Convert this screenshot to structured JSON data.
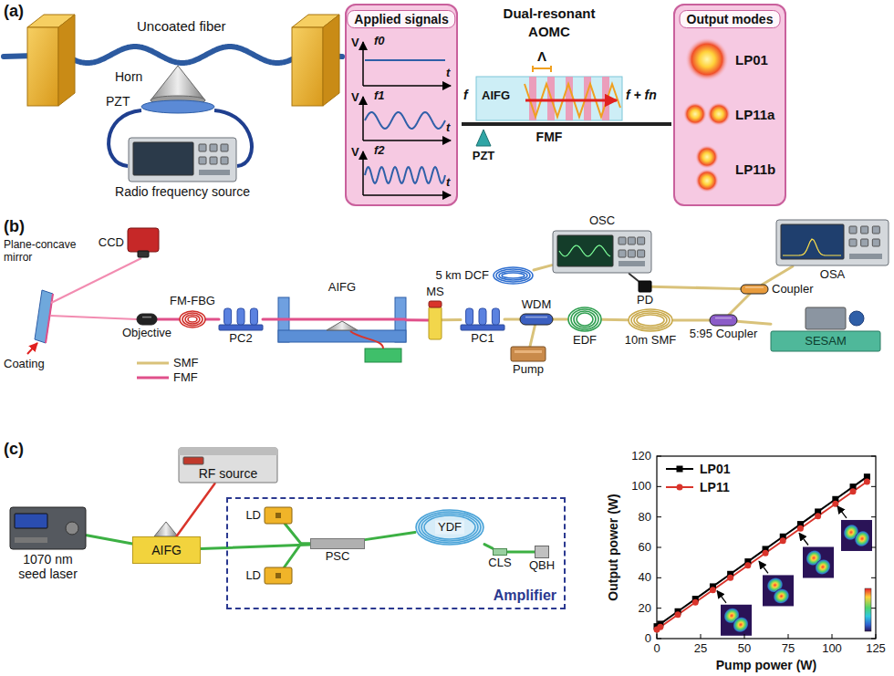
{
  "diagram": {
    "nodes": [
      {
        "text": [
          "Applied signals"
        ]
      },
      {
        "text": [
          "Output modes"
        ]
      },
      {
        "text": [
          "Radio frequency source"
        ]
      },
      {
        "text": [
          "CCD"
        ]
      },
      {
        "text": [
          "Objective"
        ]
      },
      {
        "text": [
          "FM-FBG"
        ]
      },
      {
        "text": [
          "PC2"
        ]
      },
      {
        "text": [
          "AIFG"
        ]
      },
      {
        "text": [
          "MS"
        ]
      },
      {
        "text": [
          "PC1"
        ]
      },
      {
        "text": [
          "Pump"
        ]
      },
      {
        "text": [
          "WDM"
        ]
      },
      {
        "text": [
          "EDF"
        ]
      },
      {
        "text": [
          "10m SMF"
        ]
      },
      {
        "text": [
          "5:95 Coupler"
        ]
      },
      {
        "text": [
          "SESAM"
        ]
      },
      {
        "text": [
          "OSC"
        ]
      },
      {
        "text": [
          "5 km DCF"
        ]
      },
      {
        "text": [
          "PD"
        ]
      },
      {
        "text": [
          "Coupler"
        ]
      },
      {
        "text": [
          "OSA"
        ]
      },
      {
        "text": [
          "1070 nm seed laser"
        ]
      },
      {
        "text": [
          "RF source"
        ]
      },
      {
        "text": [
          "AIFG"
        ]
      },
      {
        "text": [
          "Amplifier"
        ]
      },
      {
        "text": [
          "LD"
        ],
        "in": 24
      },
      {
        "text": [
          "LD"
        ],
        "in": 24
      },
      {
        "text": [
          "PSC"
        ],
        "in": 24
      },
      {
        "text": [
          "YDF"
        ],
        "in": 24
      },
      {
        "text": [
          "CLS"
        ],
        "in": 24
      },
      {
        "text": [
          "QBH"
        ],
        "in": 24
      }
    ],
    "edges": [
      {
        "from": 4,
        "to": 5,
        "arrow": "none"
      },
      {
        "from": 5,
        "to": 6,
        "arrow": "none"
      },
      {
        "from": 6,
        "to": 7,
        "arrow": "none"
      },
      {
        "from": 7,
        "to": 8,
        "arrow": "none"
      },
      {
        "from": 8,
        "to": 9,
        "arrow": "none"
      },
      {
        "from": 9,
        "to": 11,
        "arrow": "none"
      },
      {
        "from": 10,
        "to": 11,
        "arrow": "none"
      },
      {
        "from": 11,
        "to": 12,
        "arrow": "none"
      },
      {
        "from": 12,
        "to": 13,
        "arrow": "none"
      },
      {
        "from": 13,
        "to": 14,
        "arrow": "none"
      },
      {
        "from": 14,
        "to": 15,
        "arrow": "none"
      },
      {
        "from": 14,
        "to": 19,
        "arrow": "none"
      },
      {
        "from": 19,
        "to": 20,
        "arrow": "none"
      },
      {
        "from": 19,
        "to": 18,
        "arrow": "none"
      },
      {
        "from": 18,
        "to": 16,
        "arrow": "none"
      },
      {
        "from": 17,
        "to": 16,
        "arrow": "none"
      },
      {
        "from": 21,
        "to": 23,
        "arrow": "none"
      },
      {
        "from": 22,
        "to": 23,
        "arrow": "none"
      },
      {
        "from": 23,
        "to": 27,
        "arrow": "none"
      },
      {
        "from": 25,
        "to": 27,
        "arrow": "none"
      },
      {
        "from": 26,
        "to": 27,
        "arrow": "none"
      },
      {
        "from": 27,
        "to": 28,
        "arrow": "none"
      },
      {
        "from": 28,
        "to": 29,
        "arrow": "none"
      },
      {
        "from": 29,
        "to": 30,
        "arrow": "none"
      }
    ],
    "labels": [
      "(a)",
      "Uncoated fiber",
      "Horn",
      "PZT",
      "V",
      "f0",
      "t",
      "V",
      "f1",
      "t",
      "V",
      "f2",
      "t",
      "Dual-resonant",
      "AOMC",
      "Λ",
      "AIFG",
      "f",
      "f + fn",
      "FMF",
      "PZT",
      "LP01",
      "LP11a",
      "LP11b",
      "(b)",
      "Plane-concave mirror",
      "Coating",
      "(c)",
      "0",
      "20",
      "40",
      "60",
      "80",
      "100",
      "120",
      "0",
      "25",
      "50",
      "75",
      "100",
      "125",
      "Output power (W)",
      "Pump power (W)"
    ],
    "legend": [
      {
        "text": "SMF"
      },
      {
        "text": "FMF"
      },
      {
        "text": "LP01"
      },
      {
        "text": "LP11"
      }
    ]
  }
}
